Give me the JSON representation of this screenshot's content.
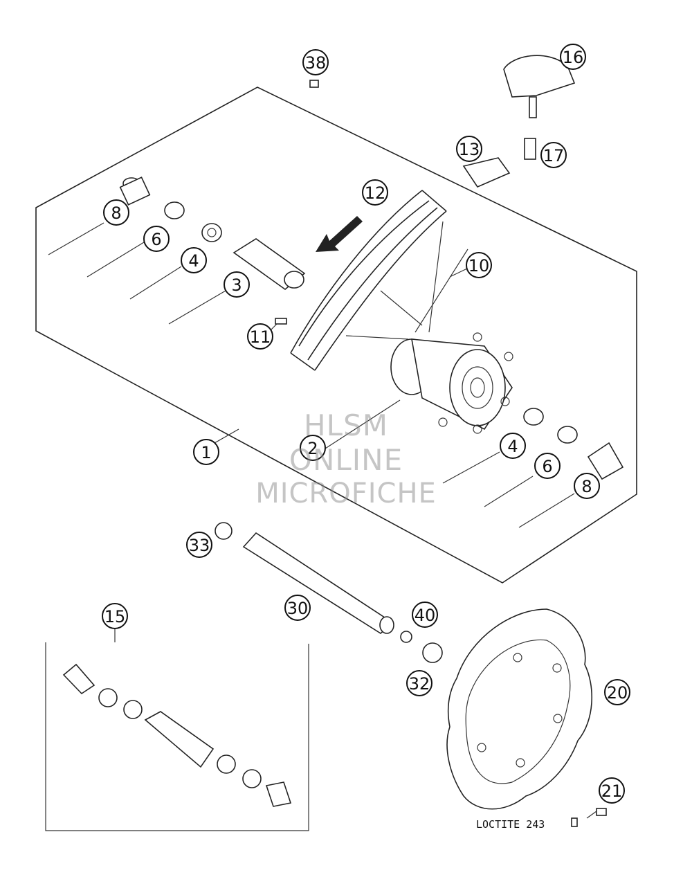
{
  "callouts": [
    "1",
    "2",
    "3",
    "4",
    "6",
    "8",
    "10",
    "11",
    "12",
    "13",
    "15",
    "16",
    "17",
    "20",
    "21",
    "30",
    "32",
    "33",
    "38",
    "40"
  ],
  "watermark": {
    "line1": "HLSM",
    "line2": "ONLINE",
    "line3": "MICROFICHE"
  },
  "note": "LOCTITE 243"
}
